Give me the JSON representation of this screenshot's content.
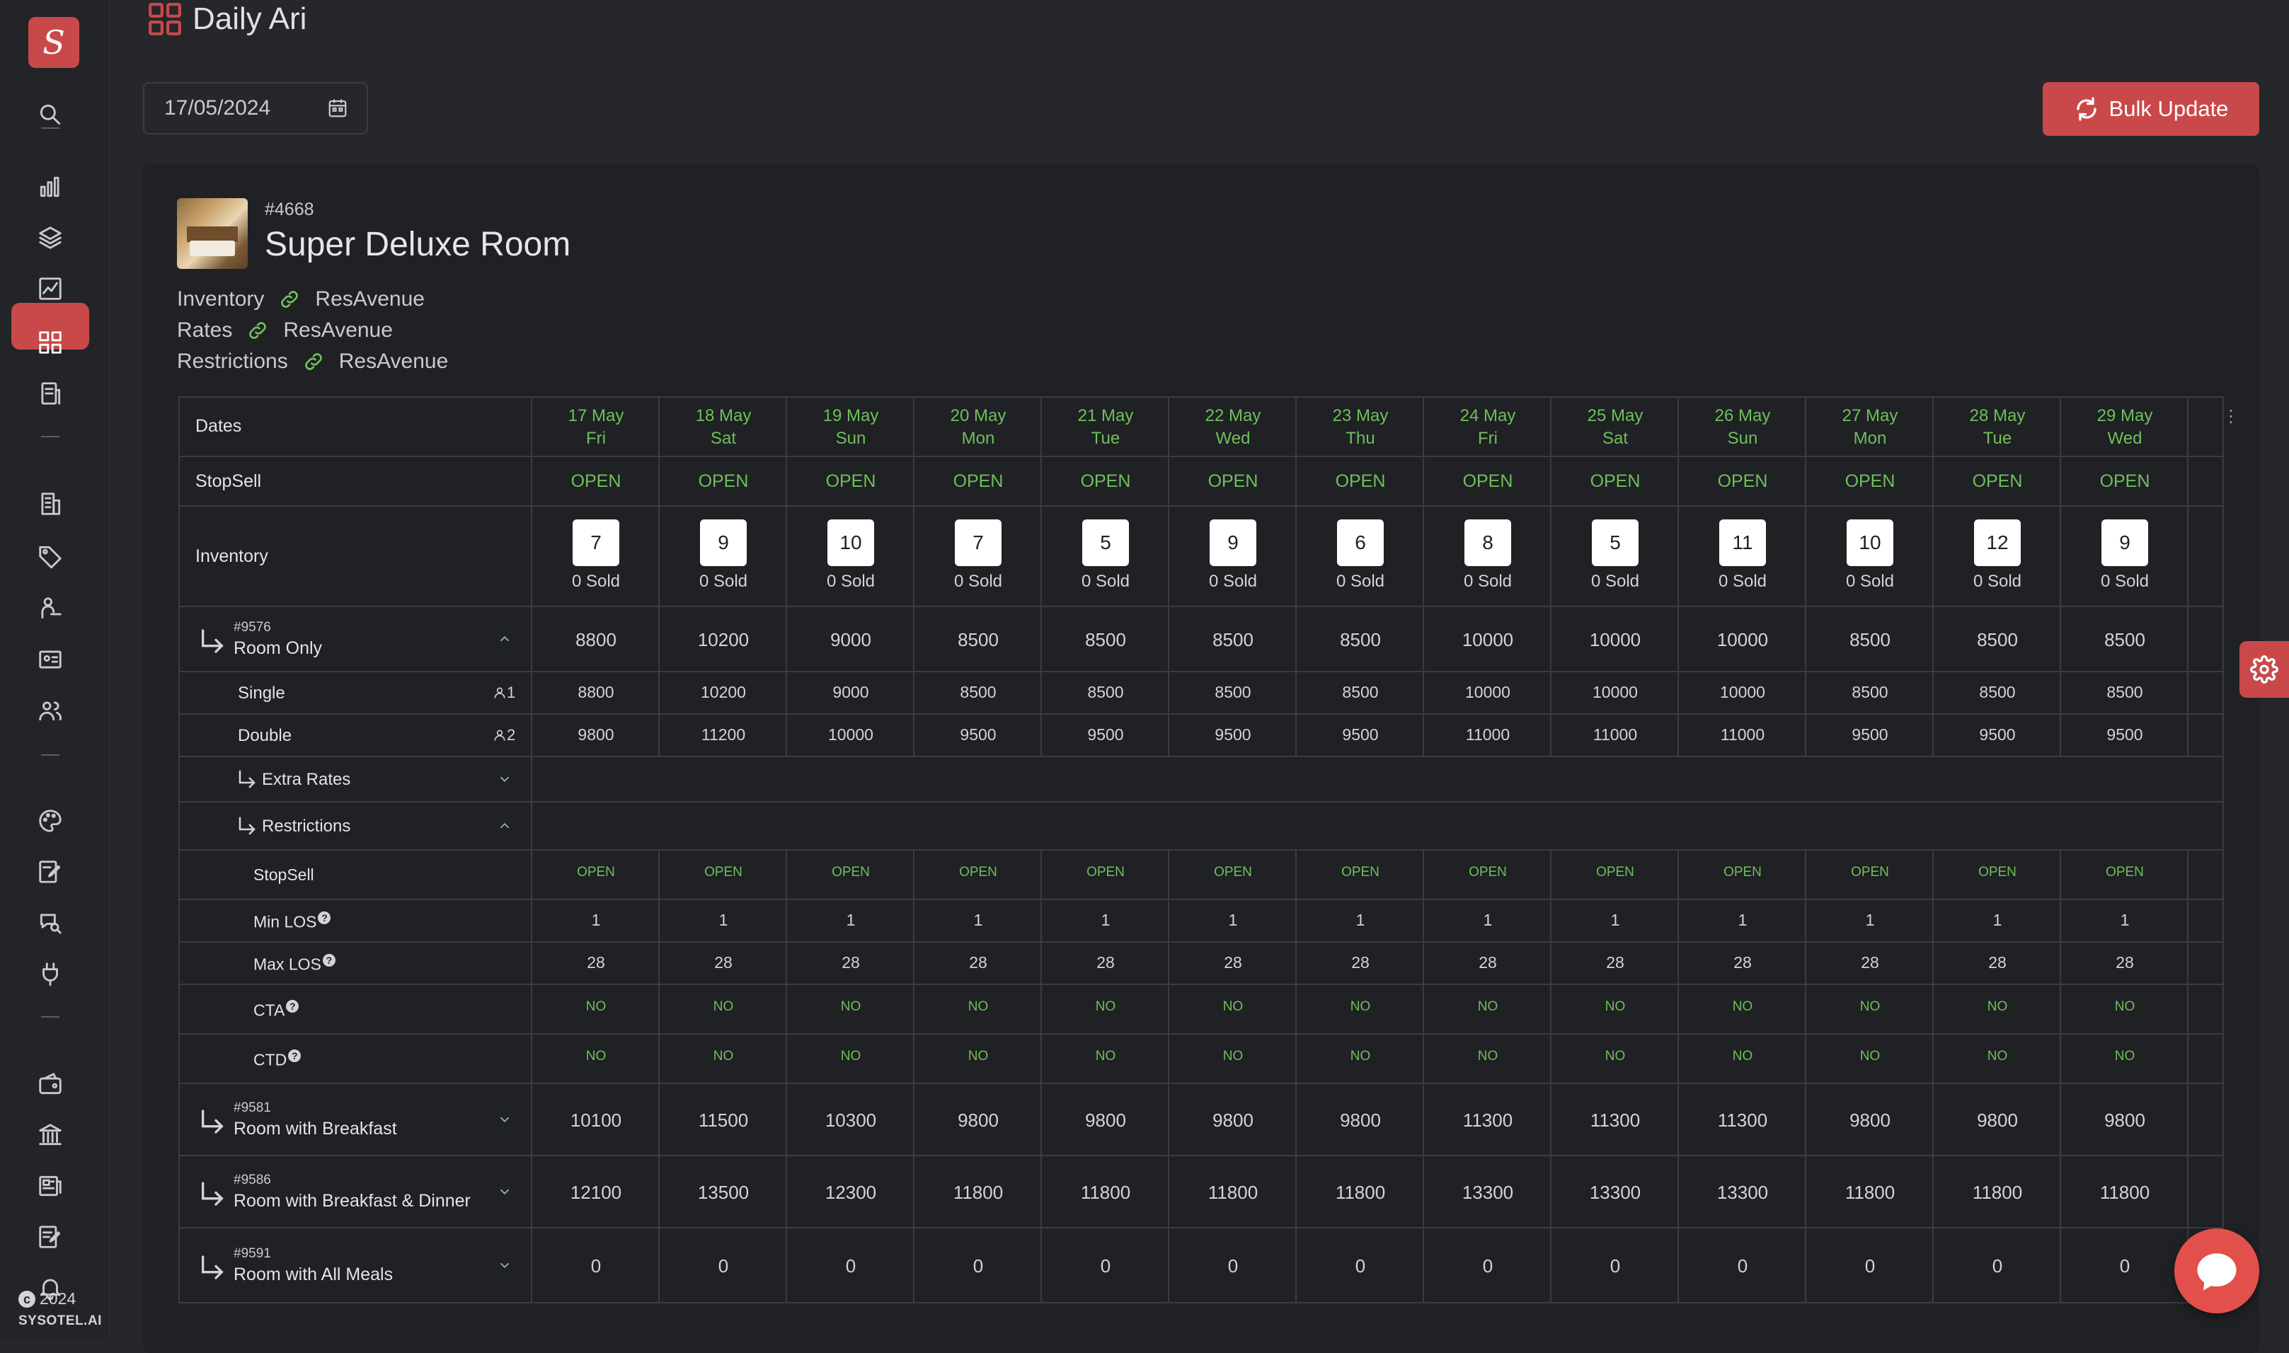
{
  "page": {
    "title": "Daily Ari"
  },
  "sidebar": {
    "items": [
      {
        "icon": "search-icon"
      },
      {
        "icon": "bar-chart-icon"
      },
      {
        "icon": "layers-icon"
      },
      {
        "icon": "line-chart-icon"
      },
      {
        "icon": "grid-icon",
        "active": true
      },
      {
        "icon": "document-icon"
      },
      {
        "icon": "building-icon"
      },
      {
        "icon": "tag-icon"
      },
      {
        "icon": "concierge-icon"
      },
      {
        "icon": "id-card-icon"
      },
      {
        "icon": "users-icon"
      },
      {
        "icon": "palette-icon"
      },
      {
        "icon": "edit-icon"
      },
      {
        "icon": "chat-search-icon"
      },
      {
        "icon": "plug-icon"
      },
      {
        "icon": "wallet-icon"
      },
      {
        "icon": "bank-icon"
      },
      {
        "icon": "newspaper-icon"
      },
      {
        "icon": "notes-icon"
      },
      {
        "icon": "bell-icon"
      }
    ],
    "copyright": "2024",
    "brand": "SYSOTEL.AI"
  },
  "toolbar": {
    "date_value": "17/05/2024",
    "bulk_update_label": "Bulk Update"
  },
  "room": {
    "id": "#4668",
    "name": "Super Deluxe Room",
    "sources": [
      {
        "label": "Inventory",
        "channel": "ResAvenue"
      },
      {
        "label": "Rates",
        "channel": "ResAvenue"
      },
      {
        "label": "Restrictions",
        "channel": "ResAvenue"
      }
    ]
  },
  "grid": {
    "dates_label": "Dates",
    "stopsell_label": "StopSell",
    "inventory_label": "Inventory",
    "dates": [
      {
        "day": "17 May",
        "dow": "Fri"
      },
      {
        "day": "18 May",
        "dow": "Sat"
      },
      {
        "day": "19 May",
        "dow": "Sun"
      },
      {
        "day": "20 May",
        "dow": "Mon"
      },
      {
        "day": "21 May",
        "dow": "Tue"
      },
      {
        "day": "22 May",
        "dow": "Wed"
      },
      {
        "day": "23 May",
        "dow": "Thu"
      },
      {
        "day": "24 May",
        "dow": "Fri"
      },
      {
        "day": "25 May",
        "dow": "Sat"
      },
      {
        "day": "26 May",
        "dow": "Sun"
      },
      {
        "day": "27 May",
        "dow": "Mon"
      },
      {
        "day": "28 May",
        "dow": "Tue"
      },
      {
        "day": "29 May",
        "dow": "Wed"
      }
    ],
    "stopsell": [
      "OPEN",
      "OPEN",
      "OPEN",
      "OPEN",
      "OPEN",
      "OPEN",
      "OPEN",
      "OPEN",
      "OPEN",
      "OPEN",
      "OPEN",
      "OPEN",
      "OPEN"
    ],
    "inventory": [
      7,
      9,
      10,
      7,
      5,
      9,
      6,
      8,
      5,
      11,
      10,
      12,
      9
    ],
    "sold": [
      "0 Sold",
      "0 Sold",
      "0 Sold",
      "0 Sold",
      "0 Sold",
      "0 Sold",
      "0 Sold",
      "0 Sold",
      "0 Sold",
      "0 Sold",
      "0 Sold",
      "0 Sold",
      "0 Sold"
    ],
    "rate_plans": [
      {
        "id": "#9576",
        "name": "Room Only",
        "expanded": true,
        "rates": [
          "8800",
          "10200",
          "9000",
          "8500",
          "8500",
          "8500",
          "8500",
          "10000",
          "10000",
          "10000",
          "8500",
          "8500",
          "8500"
        ],
        "occupancies": [
          {
            "label": "Single",
            "persons": "1",
            "values": [
              "8800",
              "10200",
              "9000",
              "8500",
              "8500",
              "8500",
              "8500",
              "10000",
              "10000",
              "10000",
              "8500",
              "8500",
              "8500"
            ]
          },
          {
            "label": "Double",
            "persons": "2",
            "values": [
              "9800",
              "11200",
              "10000",
              "9500",
              "9500",
              "9500",
              "9500",
              "11000",
              "11000",
              "11000",
              "9500",
              "9500",
              "9500"
            ]
          }
        ],
        "extra_rates_label": "Extra Rates",
        "restrictions_label": "Restrictions",
        "restrictions": [
          {
            "label": "StopSell",
            "help": false,
            "values": [
              "OPEN",
              "OPEN",
              "OPEN",
              "OPEN",
              "OPEN",
              "OPEN",
              "OPEN",
              "OPEN",
              "OPEN",
              "OPEN",
              "OPEN",
              "OPEN",
              "OPEN"
            ]
          },
          {
            "label": "Min LOS",
            "help": true,
            "values": [
              "1",
              "1",
              "1",
              "1",
              "1",
              "1",
              "1",
              "1",
              "1",
              "1",
              "1",
              "1",
              "1"
            ]
          },
          {
            "label": "Max LOS",
            "help": true,
            "values": [
              "28",
              "28",
              "28",
              "28",
              "28",
              "28",
              "28",
              "28",
              "28",
              "28",
              "28",
              "28",
              "28"
            ]
          },
          {
            "label": "CTA",
            "help": true,
            "values": [
              "NO",
              "NO",
              "NO",
              "NO",
              "NO",
              "NO",
              "NO",
              "NO",
              "NO",
              "NO",
              "NO",
              "NO",
              "NO"
            ]
          },
          {
            "label": "CTD",
            "help": true,
            "values": [
              "NO",
              "NO",
              "NO",
              "NO",
              "NO",
              "NO",
              "NO",
              "NO",
              "NO",
              "NO",
              "NO",
              "NO",
              "NO"
            ]
          }
        ]
      },
      {
        "id": "#9581",
        "name": "Room with Breakfast",
        "expanded": false,
        "rates": [
          "10100",
          "11500",
          "10300",
          "9800",
          "9800",
          "9800",
          "9800",
          "11300",
          "11300",
          "11300",
          "9800",
          "9800",
          "9800"
        ]
      },
      {
        "id": "#9586",
        "name": "Room with Breakfast & Dinner",
        "expanded": false,
        "rates": [
          "12100",
          "13500",
          "12300",
          "11800",
          "11800",
          "11800",
          "11800",
          "13300",
          "13300",
          "13300",
          "11800",
          "11800",
          "11800"
        ]
      },
      {
        "id": "#9591",
        "name": "Room with All Meals",
        "expanded": false,
        "rates": [
          "0",
          "0",
          "0",
          "0",
          "0",
          "0",
          "0",
          "0",
          "0",
          "0",
          "0",
          "0",
          "0"
        ]
      }
    ]
  },
  "colors": {
    "accent": "#c9494a",
    "open_green": "#6fbf5b",
    "background": "#25272a",
    "card": "#1f2124"
  }
}
